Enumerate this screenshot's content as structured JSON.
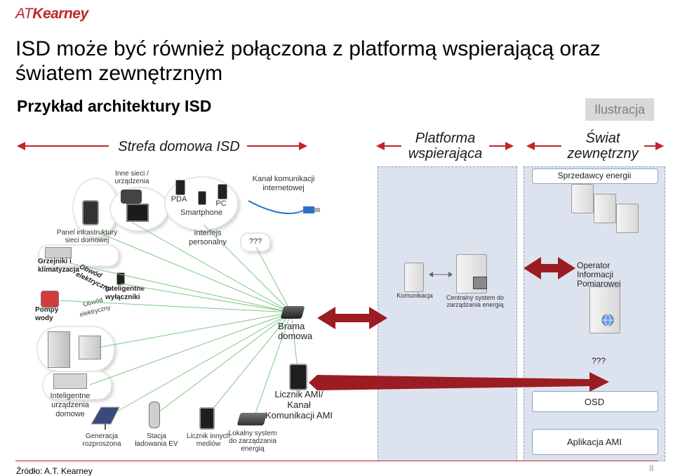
{
  "logo": {
    "prefix": "AT",
    "name": "Kearney"
  },
  "title": "ISD może być również połączona z platformą wspierającą oraz światem zewnętrznym",
  "subtitle": "Przykład architektury ISD",
  "badge": "Ilustracja",
  "zones": {
    "home": "Strefa domowa ISD",
    "platform": "Platforma wspierająca",
    "external": "Świat zewnętrzny"
  },
  "home": {
    "other_networks": "Inne sieci / urządzenia",
    "pda": "PDA",
    "pc": "PC",
    "smartphone": "Smartphone",
    "internet_channel": "Kanał komunikacji internetowej",
    "infra_panel": "Panel infrastruktury sieci domowej",
    "personal_interface": "Interfejs personalny",
    "unknown_1": "???",
    "heaters": "Grzejniki i klimatyzacja",
    "circuit_1": "Obwód elektryczny",
    "circuit_2": "Obwód elektryczny",
    "smart_switches": "Inteligentne wyłączniki",
    "water_pumps": "Pompy wody",
    "gateway": "Brama domowa",
    "smart_devices": "Inteligentne urządzenia domowe",
    "ami_meter": "Licznik AMI/ Kanał Komunikacji AMI",
    "distributed_gen": "Generacja rozproszona",
    "ev_station": "Stacja ładowania EV",
    "other_meter": "Licznik innych mediów",
    "local_energy": "Lokalny system do zarządzania energią"
  },
  "platform": {
    "communication": "Komunikacja",
    "central_system": "Centralny system do zarządzania energią"
  },
  "external": {
    "energy_sellers": "Sprzedawcy energii",
    "operator": "Operator Informacji Pomiarowej",
    "unknown_2": "???",
    "osd": "OSD",
    "ami_app": "Aplikacja AMI"
  },
  "footer": {
    "source": "Źródło: A.T. Kearney",
    "page": "8"
  },
  "colors": {
    "brand_red": "#c0262d",
    "arrow_red": "#9b1c22",
    "panel_blue": "#dde3ee"
  }
}
